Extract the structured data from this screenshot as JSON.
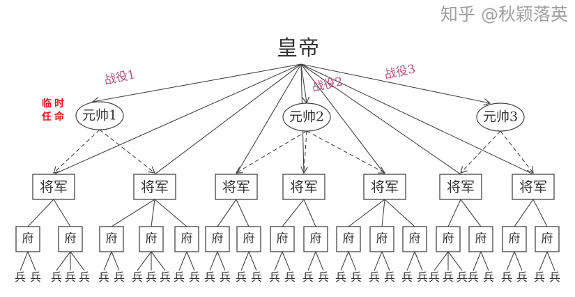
{
  "emperor": "皇帝",
  "temporary_note": [
    "临时",
    "任命"
  ],
  "marshals": [
    {
      "label": "元帅1",
      "campaign": "战役1",
      "generals": [
        0,
        1
      ]
    },
    {
      "label": "元帅2",
      "campaign": "战役2",
      "generals": [
        2,
        3,
        4
      ]
    },
    {
      "label": "元帅3",
      "campaign": "战役3",
      "generals": [
        5,
        6
      ]
    }
  ],
  "general_label": "将军",
  "fu_label": "府",
  "soldier_label": "兵",
  "generals_fu_counts": [
    2,
    3,
    2,
    2,
    3,
    2,
    2
  ],
  "fu_soldier_counts": [
    2,
    3,
    2,
    3,
    2,
    2,
    2,
    2,
    2,
    2,
    2,
    2,
    3,
    2,
    2,
    2
  ],
  "watermark": "知乎 @秋颖落英",
  "colors": {
    "ink": "#444444",
    "campaign": "#b5577e",
    "note": "#e0161b"
  }
}
